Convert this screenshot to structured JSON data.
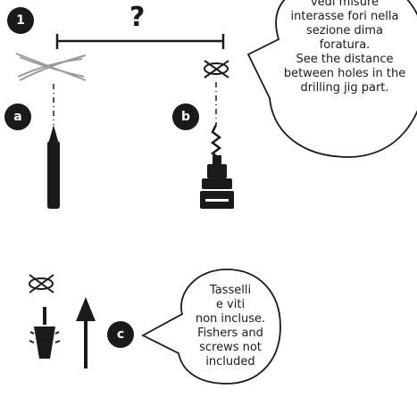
{
  "step_badge": "1",
  "unknown_distance": "?",
  "tool_badges": {
    "a": "a",
    "b": "b",
    "c": "c"
  },
  "note_top": {
    "lines": [
      "vedi misure",
      "interasse fori nella",
      "sezione dima",
      "foratura.",
      "See the distance",
      "between holes in the",
      "drilling jig part."
    ]
  },
  "note_bottom": {
    "lines": [
      "Tasselli",
      "e viti",
      "non incluse.",
      "Fishers and",
      "screws not",
      "included"
    ]
  },
  "icons": {
    "pencil": "pencil-icon",
    "drill": "drill-icon",
    "wall_plug": "wall-plug-icon",
    "screw": "screw-icon",
    "arrow_up": "arrow-up-icon",
    "cross_out": "cross-mark-icon",
    "hole_target": "hole-target-icon"
  },
  "colors": {
    "ink": "#1a1a1a",
    "paper": "#ffffff",
    "pencil_cross": "#9a9a9a"
  }
}
